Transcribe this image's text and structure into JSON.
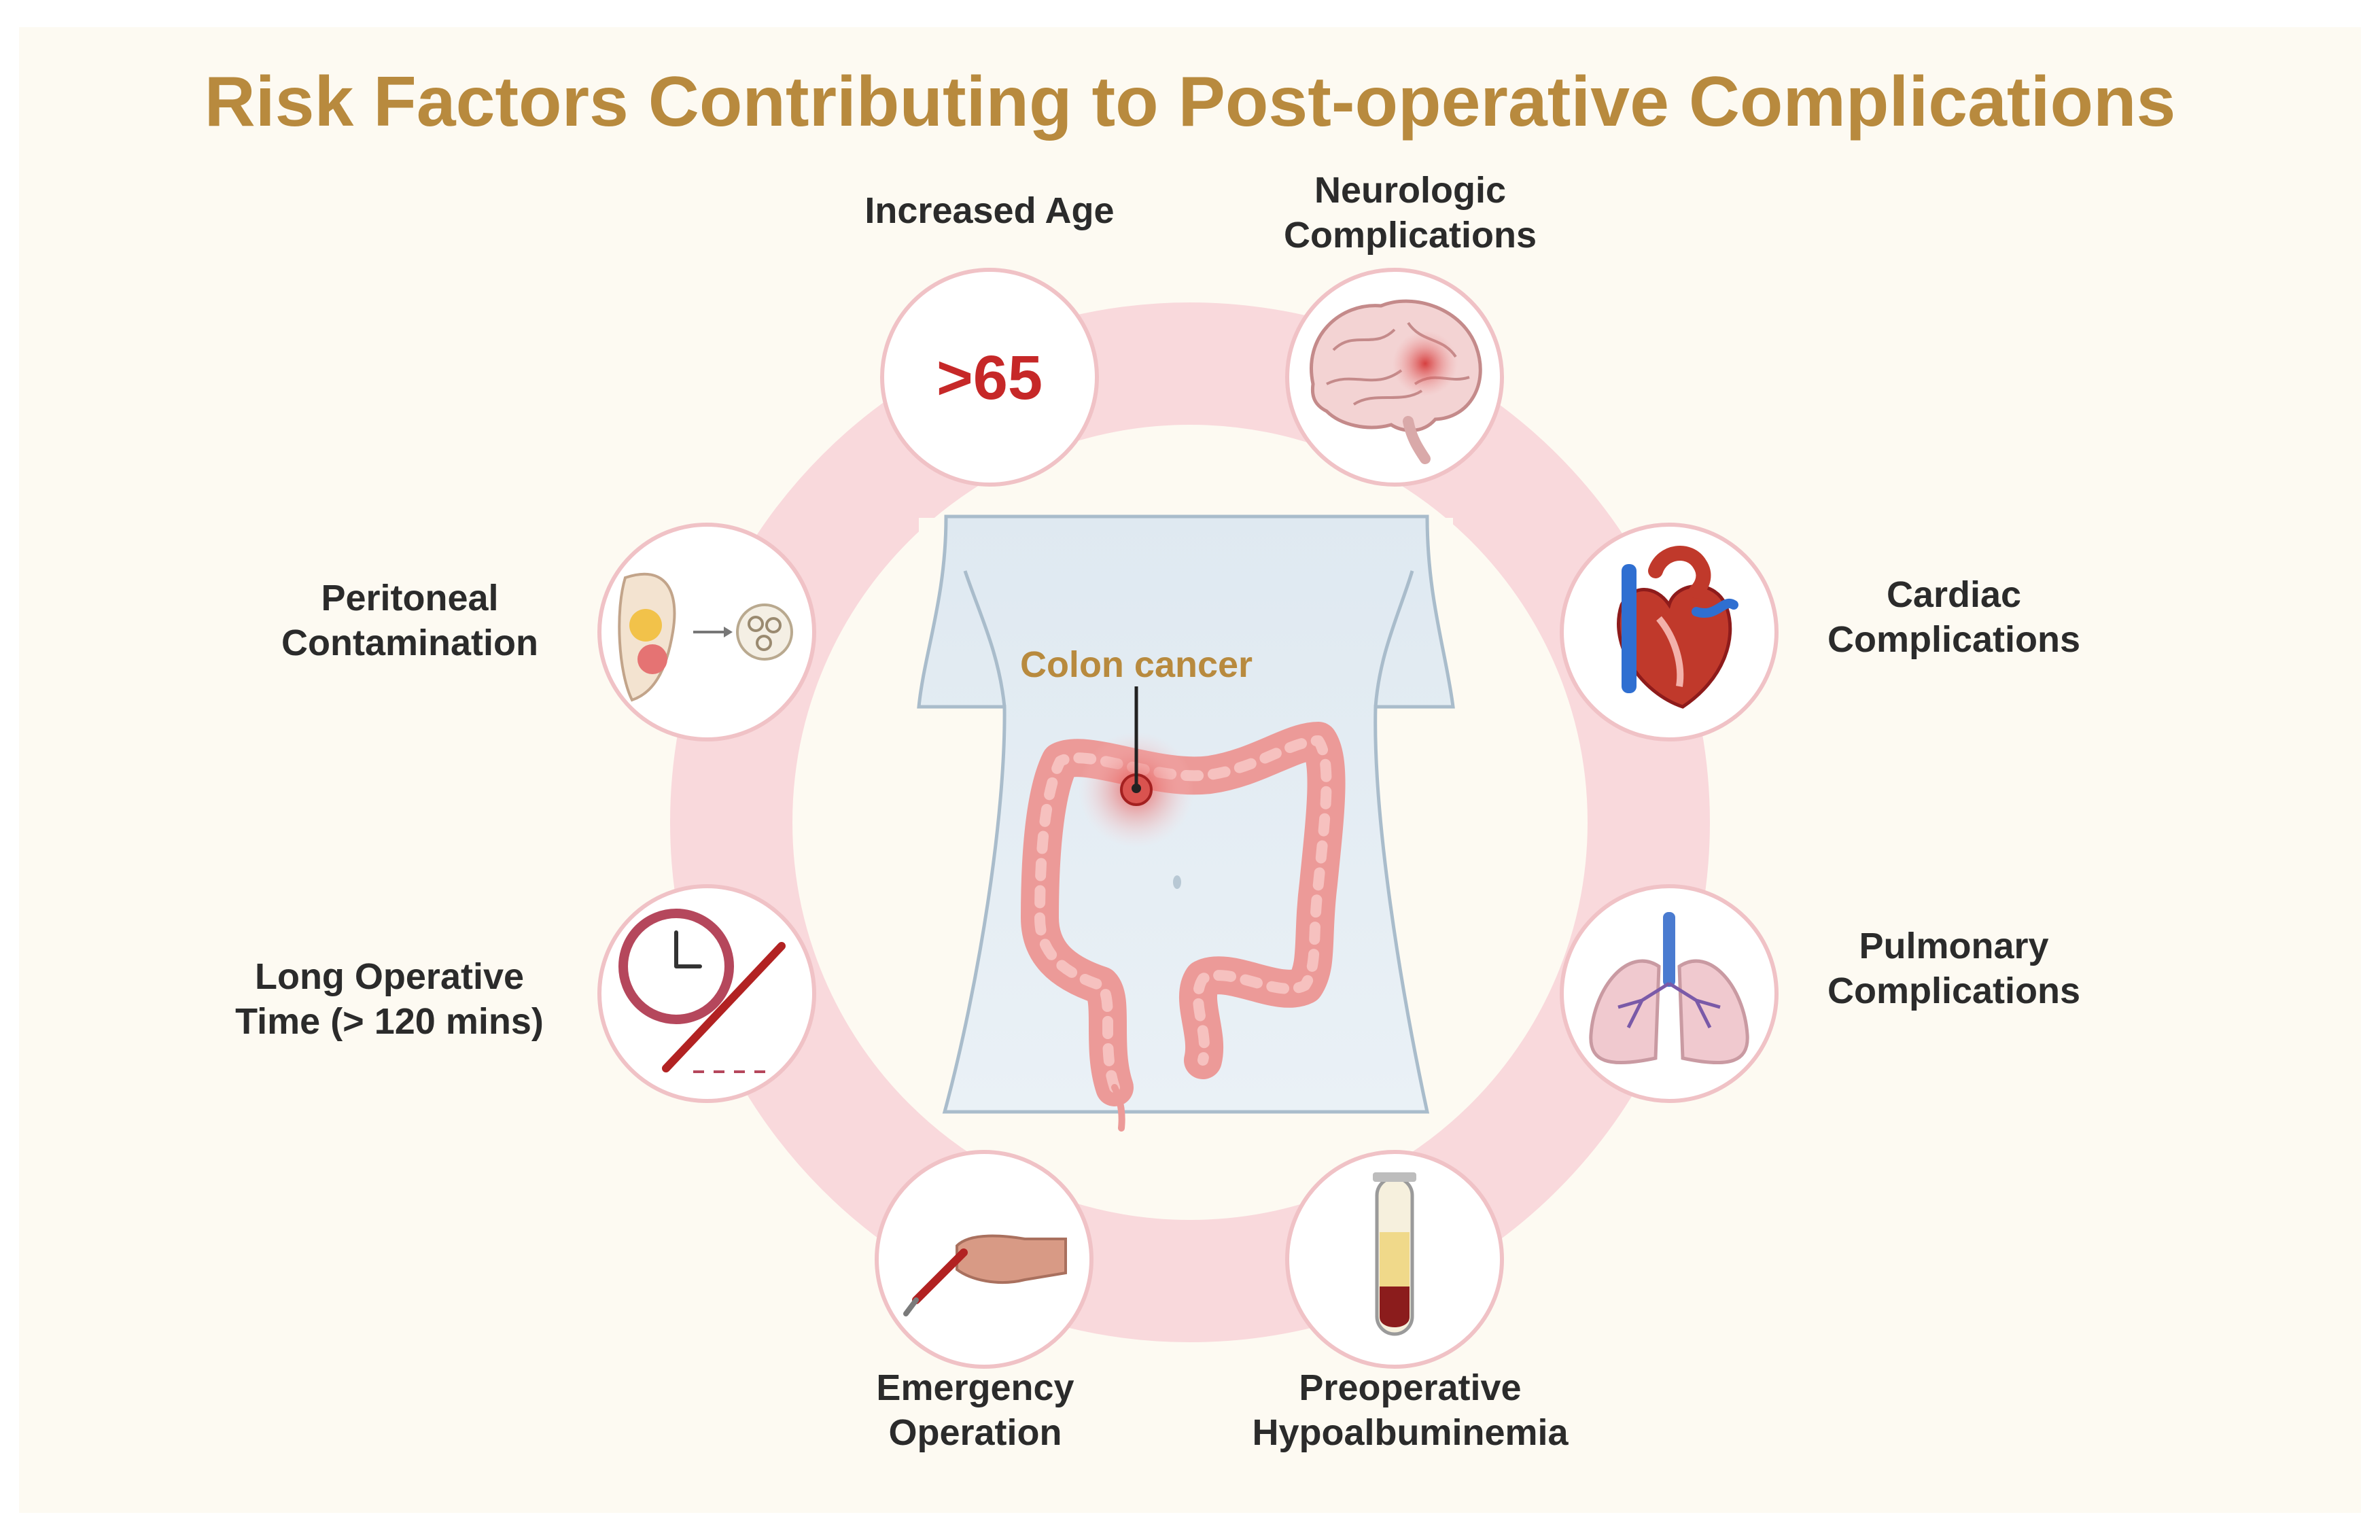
{
  "title": "Risk Factors Contributing to Post-operative Complications",
  "center": {
    "label": "Colon cancer"
  },
  "factors": [
    {
      "id": "age",
      "label_lines": [
        "Increased Age"
      ],
      "badge": ">65",
      "icon": "age-badge"
    },
    {
      "id": "neuro",
      "label_lines": [
        "Neurologic",
        "Complications"
      ],
      "icon": "brain-icon"
    },
    {
      "id": "cardiac",
      "label_lines": [
        "Cardiac",
        "Complications"
      ],
      "icon": "heart-icon"
    },
    {
      "id": "pulmonary",
      "label_lines": [
        "Pulmonary",
        "Complications"
      ],
      "icon": "lungs-icon"
    },
    {
      "id": "albumin",
      "label_lines": [
        "Preoperative",
        "Hypoalbuminemia"
      ],
      "icon": "blood-tube-icon"
    },
    {
      "id": "emergency",
      "label_lines": [
        "Emergency",
        "Operation"
      ],
      "icon": "hand-scalpel-icon"
    },
    {
      "id": "optime",
      "label_lines": [
        "Long Operative",
        "Time (> 120 mins)"
      ],
      "icon": "clock-scalpel-icon"
    },
    {
      "id": "peritoneal",
      "label_lines": [
        "Peritoneal",
        "Contamination"
      ],
      "icon": "abdomen-cells-icon"
    }
  ],
  "colors": {
    "background": "#fdfaf2",
    "title": "#b88a3e",
    "ring": "#f9d9dc",
    "node_border": "#f0c2c6",
    "label": "#2b2b2b",
    "badge": "#c62828",
    "torso": "#e3edf4",
    "colon": "#ec9a98",
    "tumor": "#d9534f"
  }
}
